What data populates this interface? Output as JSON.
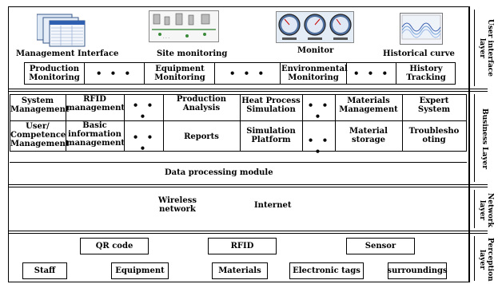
{
  "ui_layer": {
    "images": {
      "management_interface": "Management Interface",
      "site_monitoring": "Site monitoring",
      "monitor": "Monitor",
      "historical_curve": "Historical curve"
    },
    "modules": [
      "Production\nMonitoring",
      "Equipment\nMonitoring",
      "Environmental\nMonitoring",
      "History\nTracking"
    ],
    "dots": "• • •",
    "name": "User interface\nlayer"
  },
  "business_layer": {
    "row1": [
      "System\nManagement",
      "RFID\nmanagement",
      "Production\nAnalysis",
      "Heat Process\nSimulation",
      "Materials\nManagement",
      "Expert\nSystem"
    ],
    "row2": [
      "User/\nCompetence\nManagement",
      "Basic\ninformation\nmanagement",
      "Reports",
      "Simulation\nPlatform",
      "Material\nstorage",
      "Troublesho\noting"
    ],
    "data_processing": "Data processing module",
    "dots": "• • •",
    "name": "Business Layer"
  },
  "network_layer": {
    "wireless": "Wireless\nnetwork",
    "internet": "Internet",
    "name": "Network\nlayer"
  },
  "perception_layer": {
    "row1": [
      "QR code",
      "RFID",
      "Sensor"
    ],
    "row2": [
      "Staff",
      "Equipment",
      "Materials",
      "Electronic tags",
      "surroundings"
    ],
    "name": "Perception\nlayer"
  }
}
